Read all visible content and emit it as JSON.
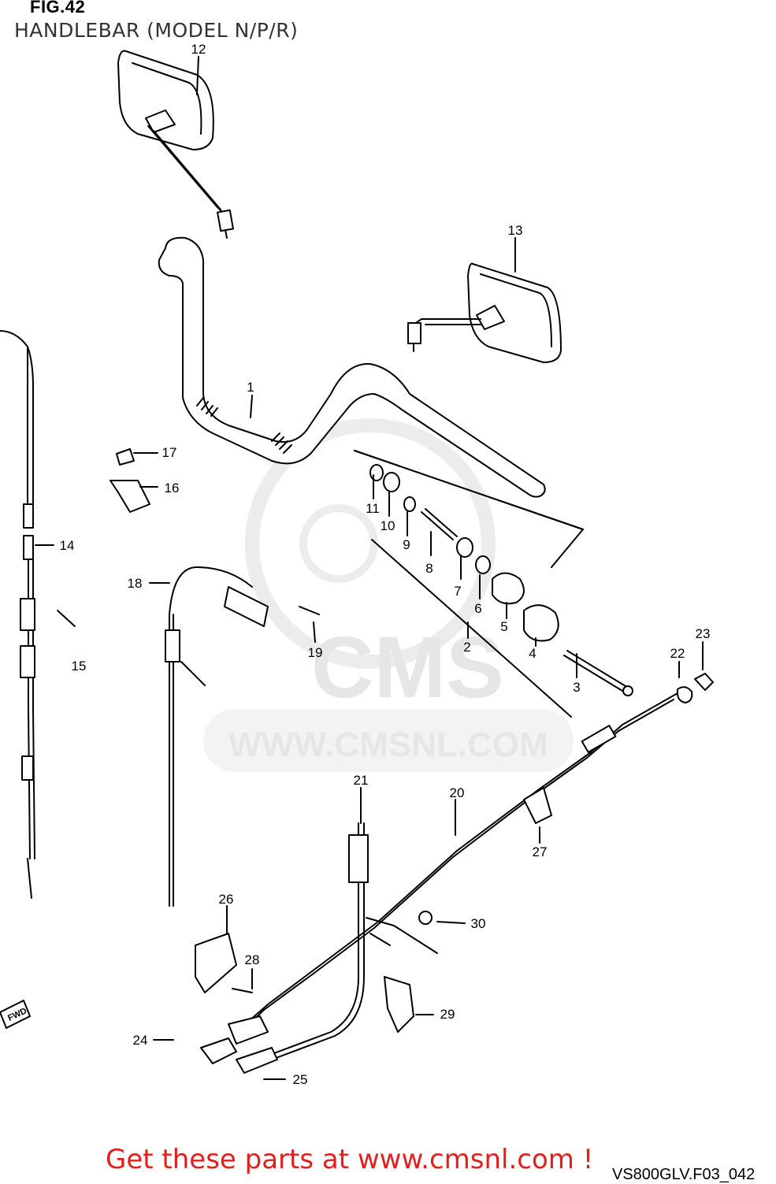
{
  "header": {
    "figure_label": "FIG.42",
    "subtitle": "HANDLEBAR (MODEL N/P/R)"
  },
  "watermark": {
    "logo_text": "CMS",
    "url_text": "WWW.CMSNL.COM"
  },
  "direction_marker": "FWD",
  "parts": [
    {
      "num": "1"
    },
    {
      "num": "2"
    },
    {
      "num": "3"
    },
    {
      "num": "4"
    },
    {
      "num": "5"
    },
    {
      "num": "6"
    },
    {
      "num": "7"
    },
    {
      "num": "8"
    },
    {
      "num": "9"
    },
    {
      "num": "10"
    },
    {
      "num": "11"
    },
    {
      "num": "12"
    },
    {
      "num": "13"
    },
    {
      "num": "14"
    },
    {
      "num": "15"
    },
    {
      "num": "16"
    },
    {
      "num": "17"
    },
    {
      "num": "18"
    },
    {
      "num": "19"
    },
    {
      "num": "20"
    },
    {
      "num": "21"
    },
    {
      "num": "22"
    },
    {
      "num": "23"
    },
    {
      "num": "24"
    },
    {
      "num": "25"
    },
    {
      "num": "26"
    },
    {
      "num": "27"
    },
    {
      "num": "28"
    },
    {
      "num": "29"
    },
    {
      "num": "30"
    }
  ],
  "footer": {
    "promo_text": "Get these parts at www.cmsnl.com !",
    "diagram_code": "VS800GLV.F03_042"
  },
  "colors": {
    "line": "#000000",
    "watermark": "#e6e6e6",
    "promo": "#e0201c"
  }
}
